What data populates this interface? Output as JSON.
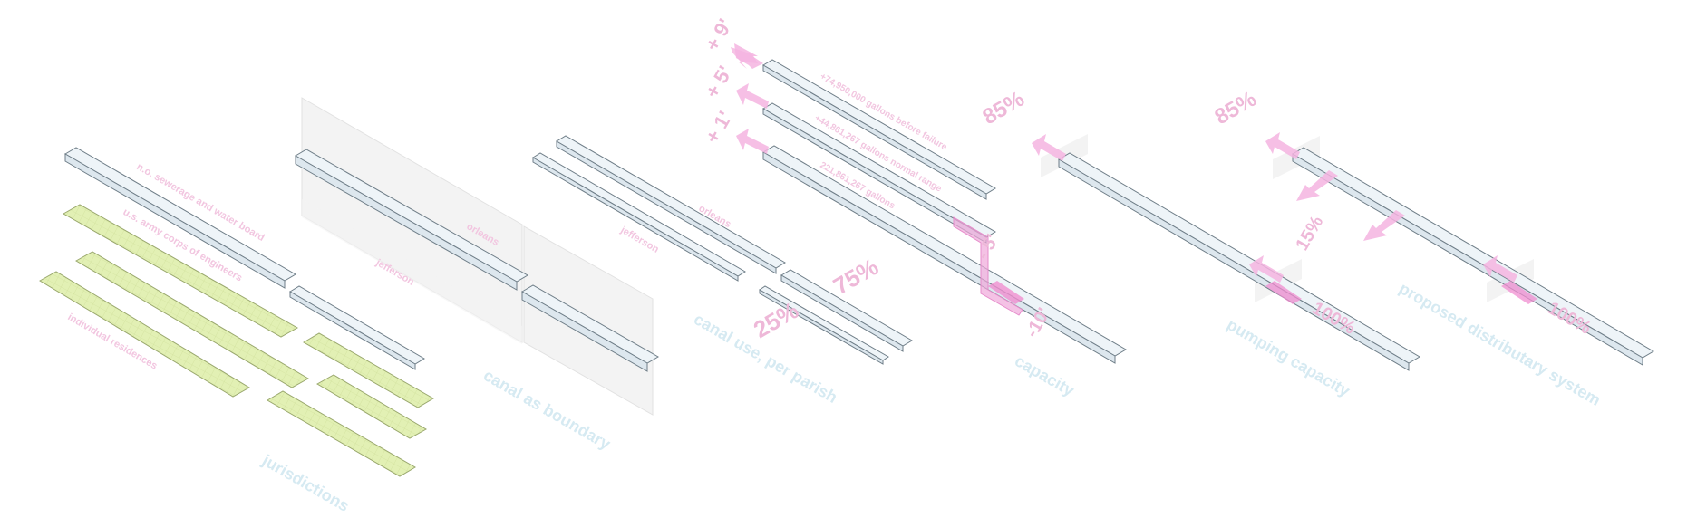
{
  "colors": {
    "pipe_fill": "#eef4f8",
    "pipe_stroke": "#6f7e88",
    "green_fill": "#e2f0b4",
    "green_stroke": "#9aa86e",
    "plane_fill": "#eeeeee",
    "pink_arrow": "#f5b4e0",
    "pink_text": "#f2c6e0",
    "blue_text": "#d6eaf2"
  },
  "panels": {
    "jurisdictions": {
      "title": "jurisdictions",
      "labels": {
        "sewerage": "n.o. sewerage and water board",
        "army_corps": "u.s. army corps of engineers",
        "residences": "individual residences"
      }
    },
    "boundary": {
      "title": "canal as boundary",
      "labels": {
        "orleans": "orleans",
        "jefferson": "jefferson"
      }
    },
    "cost": {
      "title": "canal use, per parish",
      "labels": {
        "orleans": "orleans",
        "jefferson": "jefferson",
        "pct_jefferson": "25%",
        "pct_orleans": "75%"
      }
    },
    "capacity": {
      "title": "capacity",
      "labels": {
        "rise_9": "+ 9'",
        "rise_5": "+ 5'",
        "rise_1": "+ 1'",
        "gal_9": "+74,950,000 gallons before failure",
        "gal_5": "+44,861,267 gallons normal range",
        "gal_1": "221,861,267 gallons",
        "drop_5": "- 5'",
        "drop_10": "-10'"
      }
    },
    "pumping": {
      "title": "pumping capacity",
      "labels": {
        "pct_85": "85%",
        "pct_100": "100%"
      }
    },
    "proposed": {
      "title": "proposed distributary system",
      "labels": {
        "pct_85": "85%",
        "pct_15": "15%",
        "pct_100": "100%"
      }
    }
  }
}
